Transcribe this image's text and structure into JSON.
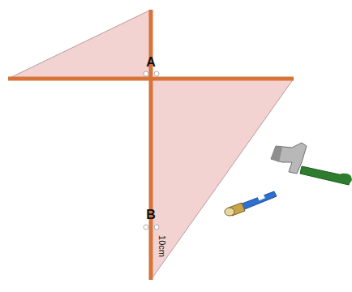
{
  "diagram": {
    "labels": [
      "A",
      "B",
      "10cm"
    ]
  }
}
